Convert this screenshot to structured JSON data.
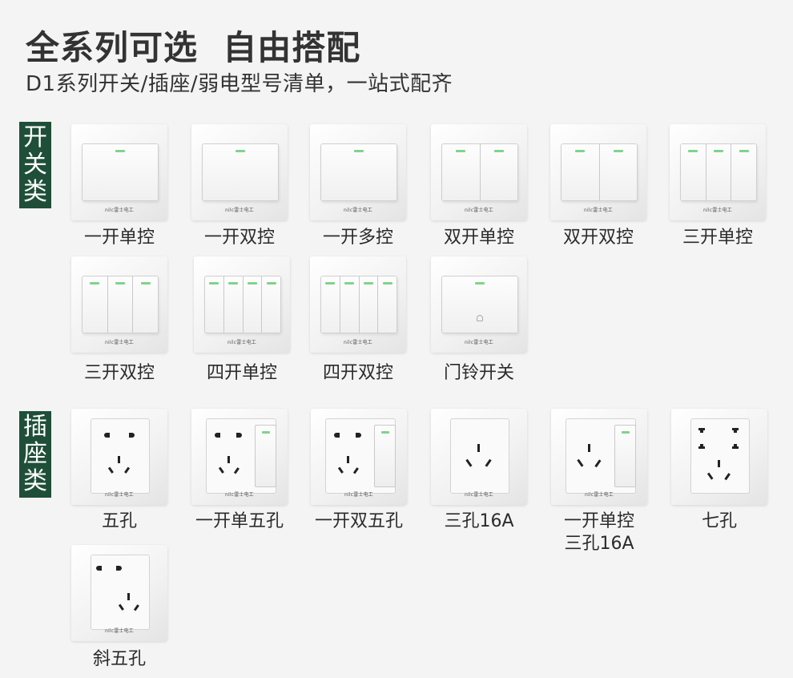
{
  "header": {
    "title": "全系列可选  自由搭配",
    "subtitle": "D1系列开关/插座/弱电型号清单，一站式配齐"
  },
  "categories": {
    "switches": [
      "开",
      "关",
      "类"
    ],
    "sockets": [
      "插",
      "座",
      "类"
    ]
  },
  "brand_mark": "nilc雷士电工",
  "colors": {
    "category_bg": "#1f4f38",
    "indicator_led": "#7fd48a",
    "page_bg": "#f4f4f4"
  },
  "switches": [
    {
      "label": "一开单控",
      "gangs": 1
    },
    {
      "label": "一开双控",
      "gangs": 1
    },
    {
      "label": "一开多控",
      "gangs": 1
    },
    {
      "label": "双开单控",
      "gangs": 2
    },
    {
      "label": "双开双控",
      "gangs": 2
    },
    {
      "label": "三开单控",
      "gangs": 3
    },
    {
      "label": "三开双控",
      "gangs": 3
    },
    {
      "label": "四开单控",
      "gangs": 4
    },
    {
      "label": "四开双控",
      "gangs": 4
    },
    {
      "label": "门铃开关",
      "gangs": 1
    }
  ],
  "sockets": [
    {
      "label": "五孔"
    },
    {
      "label": "一开单五孔"
    },
    {
      "label": "一开双五孔"
    },
    {
      "label": "三孔16A"
    },
    {
      "label_line1": "一开单控",
      "label_line2": "三孔16A"
    },
    {
      "label": "七孔"
    },
    {
      "label": "斜五孔"
    }
  ]
}
